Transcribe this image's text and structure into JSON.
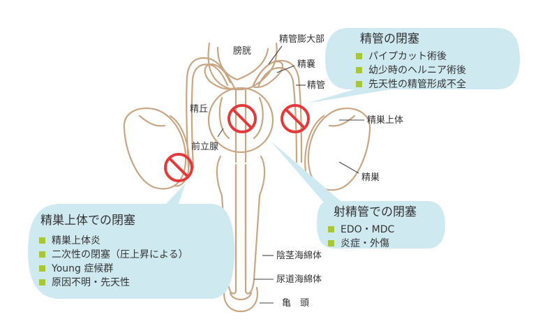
{
  "labels": {
    "bladder": "膀胱",
    "ampulla": "精管膨大部",
    "seminal_vesicle": "精嚢",
    "vas_deferens": "精管",
    "verumontanum": "精丘",
    "prostate": "前立腺",
    "epididymis": "精巣上体",
    "testis": "精巣",
    "corpus_cavernosum": "陰茎海綿体",
    "corpus_spongiosum": "尿道海綿体",
    "glans": "亀　頭"
  },
  "bubbles": {
    "vas": {
      "title": "精管の閉塞",
      "items": [
        "パイプカット術後",
        "幼少時のヘルニア術後",
        "先天性の精管形成不全"
      ]
    },
    "ejaculatory": {
      "title": "射精管での閉塞",
      "items": [
        "EDO・MDC",
        "炎症・外傷"
      ]
    },
    "epididymal": {
      "title": "精巣上体での閉塞",
      "items": [
        "精巣上体炎",
        "二次性の閉塞（圧上昇による）",
        "Young 症候群",
        "原因不明・先天性"
      ]
    }
  },
  "colors": {
    "anatomy_line": "#c8a684",
    "bubble_fill": "#cfe9f1",
    "bullet": "#a8c63a",
    "block_red": "#e23a3a"
  },
  "icons": [
    "no-entry-icon"
  ]
}
